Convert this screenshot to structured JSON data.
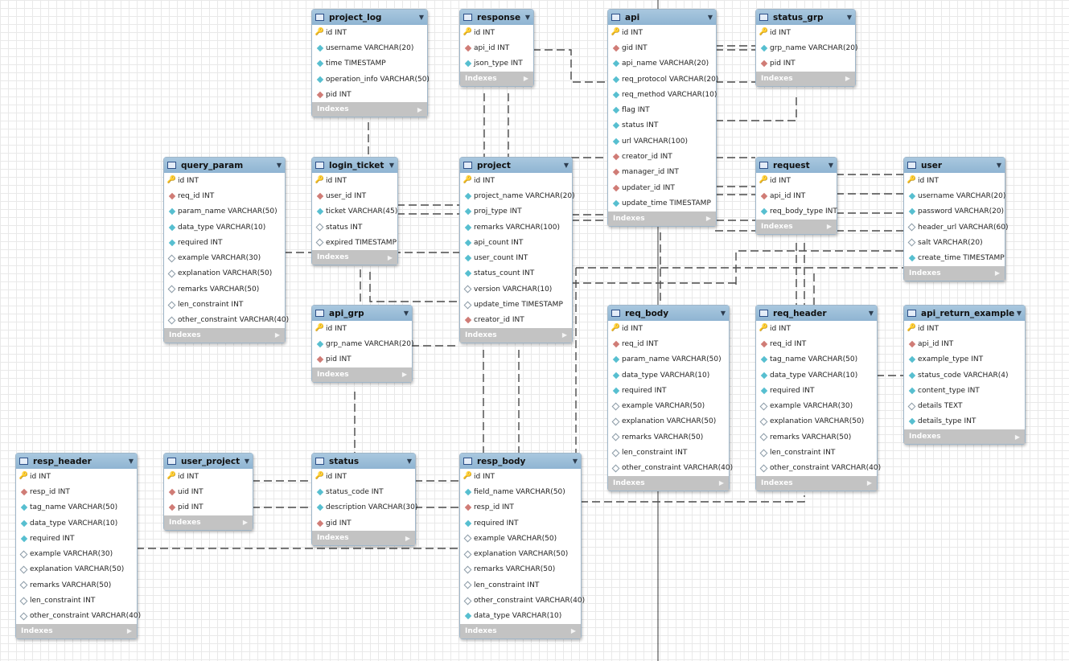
{
  "diagram": {
    "index_label": "Indexes",
    "tables": [
      {
        "name": "project_log",
        "columns": [
          {
            "text": "id INT",
            "kind": "key"
          },
          {
            "text": "username VARCHAR(20)",
            "kind": "col"
          },
          {
            "text": "time TIMESTAMP",
            "kind": "col"
          },
          {
            "text": "operation_info VARCHAR(50)",
            "kind": "col"
          },
          {
            "text": "pid INT",
            "kind": "fk"
          }
        ]
      },
      {
        "name": "response",
        "columns": [
          {
            "text": "id INT",
            "kind": "key"
          },
          {
            "text": "api_id INT",
            "kind": "fk"
          },
          {
            "text": "json_type INT",
            "kind": "col"
          }
        ]
      },
      {
        "name": "api",
        "columns": [
          {
            "text": "id INT",
            "kind": "key"
          },
          {
            "text": "gid INT",
            "kind": "fk"
          },
          {
            "text": "api_name VARCHAR(20)",
            "kind": "col"
          },
          {
            "text": "req_protocol VARCHAR(20)",
            "kind": "col"
          },
          {
            "text": "req_method VARCHAR(10)",
            "kind": "col"
          },
          {
            "text": "flag INT",
            "kind": "col"
          },
          {
            "text": "status INT",
            "kind": "col"
          },
          {
            "text": "url VARCHAR(100)",
            "kind": "col"
          },
          {
            "text": "creator_id INT",
            "kind": "fk"
          },
          {
            "text": "manager_id INT",
            "kind": "fk"
          },
          {
            "text": "updater_id INT",
            "kind": "fk"
          },
          {
            "text": "update_time TIMESTAMP",
            "kind": "col"
          }
        ]
      },
      {
        "name": "status_grp",
        "columns": [
          {
            "text": "id INT",
            "kind": "key"
          },
          {
            "text": "grp_name VARCHAR(20)",
            "kind": "col"
          },
          {
            "text": "pid INT",
            "kind": "fk"
          }
        ]
      },
      {
        "name": "query_param",
        "columns": [
          {
            "text": "id INT",
            "kind": "key"
          },
          {
            "text": "req_id INT",
            "kind": "fk"
          },
          {
            "text": "param_name VARCHAR(50)",
            "kind": "col"
          },
          {
            "text": "data_type VARCHAR(10)",
            "kind": "col"
          },
          {
            "text": "required INT",
            "kind": "col"
          },
          {
            "text": "example VARCHAR(30)",
            "kind": "opt"
          },
          {
            "text": "explanation VARCHAR(50)",
            "kind": "opt"
          },
          {
            "text": "remarks VARCHAR(50)",
            "kind": "opt"
          },
          {
            "text": "len_constraint INT",
            "kind": "opt"
          },
          {
            "text": "other_constraint VARCHAR(40)",
            "kind": "opt"
          }
        ]
      },
      {
        "name": "login_ticket",
        "columns": [
          {
            "text": "id INT",
            "kind": "key"
          },
          {
            "text": "user_id INT",
            "kind": "fk"
          },
          {
            "text": "ticket VARCHAR(45)",
            "kind": "col"
          },
          {
            "text": "status INT",
            "kind": "opt"
          },
          {
            "text": "expired TIMESTAMP",
            "kind": "opt"
          }
        ]
      },
      {
        "name": "project",
        "columns": [
          {
            "text": "id INT",
            "kind": "key"
          },
          {
            "text": "project_name VARCHAR(20)",
            "kind": "col"
          },
          {
            "text": "proj_type INT",
            "kind": "col"
          },
          {
            "text": "remarks VARCHAR(100)",
            "kind": "col"
          },
          {
            "text": "api_count INT",
            "kind": "col"
          },
          {
            "text": "user_count INT",
            "kind": "col"
          },
          {
            "text": "status_count INT",
            "kind": "col"
          },
          {
            "text": "version VARCHAR(10)",
            "kind": "opt"
          },
          {
            "text": "update_time TIMESTAMP",
            "kind": "opt"
          },
          {
            "text": "creator_id INT",
            "kind": "fk"
          }
        ]
      },
      {
        "name": "request",
        "columns": [
          {
            "text": "id INT",
            "kind": "key"
          },
          {
            "text": "api_id INT",
            "kind": "fk"
          },
          {
            "text": "req_body_type INT",
            "kind": "col"
          }
        ]
      },
      {
        "name": "user",
        "columns": [
          {
            "text": "id INT",
            "kind": "key"
          },
          {
            "text": "username VARCHAR(20)",
            "kind": "col"
          },
          {
            "text": "password VARCHAR(20)",
            "kind": "col"
          },
          {
            "text": "header_url VARCHAR(60)",
            "kind": "opt"
          },
          {
            "text": "salt VARCHAR(20)",
            "kind": "opt"
          },
          {
            "text": "create_time TIMESTAMP",
            "kind": "col"
          }
        ]
      },
      {
        "name": "api_grp",
        "columns": [
          {
            "text": "id INT",
            "kind": "key"
          },
          {
            "text": "grp_name VARCHAR(20)",
            "kind": "col"
          },
          {
            "text": "pid INT",
            "kind": "fk"
          }
        ]
      },
      {
        "name": "req_body",
        "columns": [
          {
            "text": "id INT",
            "kind": "key"
          },
          {
            "text": "req_id INT",
            "kind": "fk"
          },
          {
            "text": "param_name VARCHAR(50)",
            "kind": "col"
          },
          {
            "text": "data_type VARCHAR(10)",
            "kind": "col"
          },
          {
            "text": "required INT",
            "kind": "col"
          },
          {
            "text": "example VARCHAR(50)",
            "kind": "opt"
          },
          {
            "text": "explanation VARCHAR(50)",
            "kind": "opt"
          },
          {
            "text": "remarks VARCHAR(50)",
            "kind": "opt"
          },
          {
            "text": "len_constraint INT",
            "kind": "opt"
          },
          {
            "text": "other_constraint VARCHAR(40)",
            "kind": "opt"
          }
        ]
      },
      {
        "name": "req_header",
        "columns": [
          {
            "text": "id INT",
            "kind": "key"
          },
          {
            "text": "req_id INT",
            "kind": "fk"
          },
          {
            "text": "tag_name VARCHAR(50)",
            "kind": "col"
          },
          {
            "text": "data_type VARCHAR(10)",
            "kind": "col"
          },
          {
            "text": "required INT",
            "kind": "col"
          },
          {
            "text": "example VARCHAR(30)",
            "kind": "opt"
          },
          {
            "text": "explanation VARCHAR(50)",
            "kind": "opt"
          },
          {
            "text": "remarks VARCHAR(50)",
            "kind": "opt"
          },
          {
            "text": "len_constraint INT",
            "kind": "opt"
          },
          {
            "text": "other_constraint VARCHAR(40)",
            "kind": "opt"
          }
        ]
      },
      {
        "name": "api_return_example",
        "columns": [
          {
            "text": "id INT",
            "kind": "key"
          },
          {
            "text": "api_id INT",
            "kind": "fk"
          },
          {
            "text": "example_type INT",
            "kind": "col"
          },
          {
            "text": "status_code VARCHAR(4)",
            "kind": "col"
          },
          {
            "text": "content_type INT",
            "kind": "col"
          },
          {
            "text": "details TEXT",
            "kind": "opt"
          },
          {
            "text": "details_type INT",
            "kind": "col"
          }
        ]
      },
      {
        "name": "resp_header",
        "columns": [
          {
            "text": "id INT",
            "kind": "key"
          },
          {
            "text": "resp_id INT",
            "kind": "fk"
          },
          {
            "text": "tag_name VARCHAR(50)",
            "kind": "col"
          },
          {
            "text": "data_type VARCHAR(10)",
            "kind": "col"
          },
          {
            "text": "required INT",
            "kind": "col"
          },
          {
            "text": "example VARCHAR(30)",
            "kind": "opt"
          },
          {
            "text": "explanation VARCHAR(50)",
            "kind": "opt"
          },
          {
            "text": "remarks VARCHAR(50)",
            "kind": "opt"
          },
          {
            "text": "len_constraint INT",
            "kind": "opt"
          },
          {
            "text": "other_constraint VARCHAR(40)",
            "kind": "opt"
          }
        ]
      },
      {
        "name": "user_project",
        "columns": [
          {
            "text": "id INT",
            "kind": "key"
          },
          {
            "text": "uid INT",
            "kind": "fk"
          },
          {
            "text": "pid INT",
            "kind": "fk"
          }
        ]
      },
      {
        "name": "status",
        "columns": [
          {
            "text": "id INT",
            "kind": "key"
          },
          {
            "text": "status_code INT",
            "kind": "col"
          },
          {
            "text": "description VARCHAR(30)",
            "kind": "col"
          },
          {
            "text": "gid INT",
            "kind": "fk"
          }
        ]
      },
      {
        "name": "resp_body",
        "columns": [
          {
            "text": "id INT",
            "kind": "key"
          },
          {
            "text": "field_name VARCHAR(50)",
            "kind": "col"
          },
          {
            "text": "resp_id INT",
            "kind": "fk"
          },
          {
            "text": "required INT",
            "kind": "col"
          },
          {
            "text": "example VARCHAR(50)",
            "kind": "opt"
          },
          {
            "text": "explanation VARCHAR(50)",
            "kind": "opt"
          },
          {
            "text": "remarks VARCHAR(50)",
            "kind": "opt"
          },
          {
            "text": "len_constraint INT",
            "kind": "opt"
          },
          {
            "text": "other_constraint VARCHAR(40)",
            "kind": "opt"
          },
          {
            "text": "data_type VARCHAR(10)",
            "kind": "col"
          }
        ]
      }
    ]
  }
}
